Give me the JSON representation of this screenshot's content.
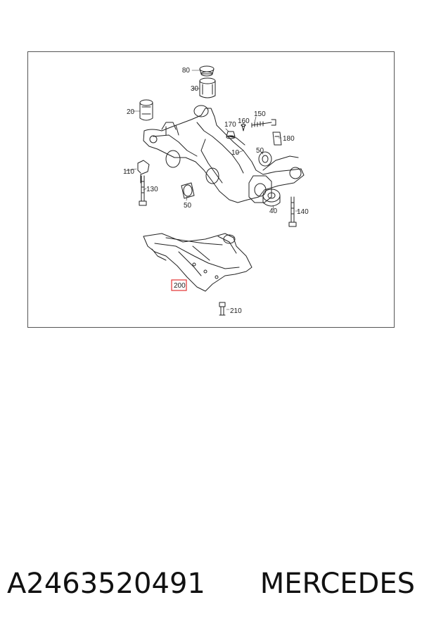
{
  "diagram": {
    "part_labels": {
      "p80": "80",
      "p30": "30",
      "p20": "20",
      "p170": "170",
      "p160": "160",
      "p150": "150",
      "p180": "180",
      "p10": "10",
      "p50a": "50",
      "p110": "110",
      "p130": "130",
      "p50b": "50",
      "p40": "40",
      "p140": "140",
      "p200": "200",
      "p210": "210"
    },
    "highlighted_part": "200",
    "highlight_color": "#e33333"
  },
  "caption": {
    "part_number": "A2463520491",
    "brand": "MERCEDES"
  }
}
